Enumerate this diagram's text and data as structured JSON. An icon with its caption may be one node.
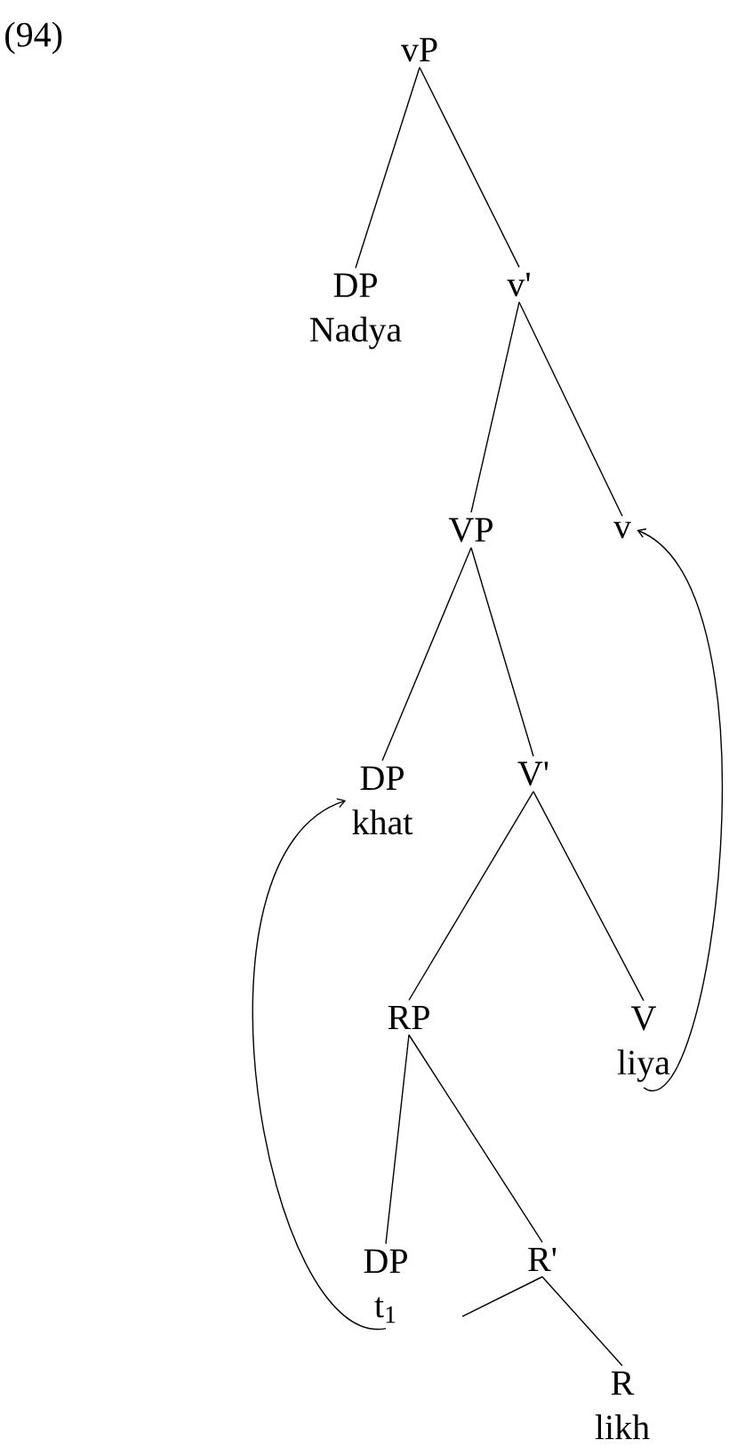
{
  "diagram": {
    "nodes": [
      {
        "text": [
          "vP"
        ]
      },
      {
        "text": [
          "DP",
          "Nadya"
        ]
      },
      {
        "text": [
          "v'"
        ]
      },
      {
        "text": [
          "VP"
        ]
      },
      {
        "text": [
          "v"
        ]
      },
      {
        "text": [
          "DP",
          "khat"
        ]
      },
      {
        "text": [
          "V'"
        ]
      },
      {
        "text": [
          "RP"
        ]
      },
      {
        "text": [
          "V",
          "liya"
        ]
      },
      {
        "text": [
          "DP",
          "t$_{1}$"
        ]
      },
      {
        "text": [
          "R'"
        ]
      },
      {
        "text": [
          "R",
          "likh"
        ]
      }
    ],
    "edges": [
      {
        "from": 0,
        "to": 1,
        "arrow": "none"
      },
      {
        "from": 0,
        "to": 2,
        "arrow": "none"
      },
      {
        "from": 2,
        "to": 3,
        "arrow": "none"
      },
      {
        "from": 2,
        "to": 4,
        "arrow": "none"
      },
      {
        "from": 3,
        "to": 5,
        "arrow": "none"
      },
      {
        "from": 3,
        "to": 6,
        "arrow": "none"
      },
      {
        "from": 6,
        "to": 7,
        "arrow": "none"
      },
      {
        "from": 6,
        "to": 8,
        "arrow": "none"
      },
      {
        "from": 7,
        "to": 9,
        "arrow": "none"
      },
      {
        "from": 7,
        "to": 10,
        "arrow": "none"
      },
      {
        "from": 10,
        "to": null,
        "arrow": "none"
      },
      {
        "from": 10,
        "to": 11,
        "arrow": "none"
      },
      {
        "from": 9,
        "to": 5,
        "arrow": "to"
      },
      {
        "from": 8,
        "to": 4,
        "arrow": "to"
      }
    ],
    "labels": [
      "(94)"
    ]
  }
}
